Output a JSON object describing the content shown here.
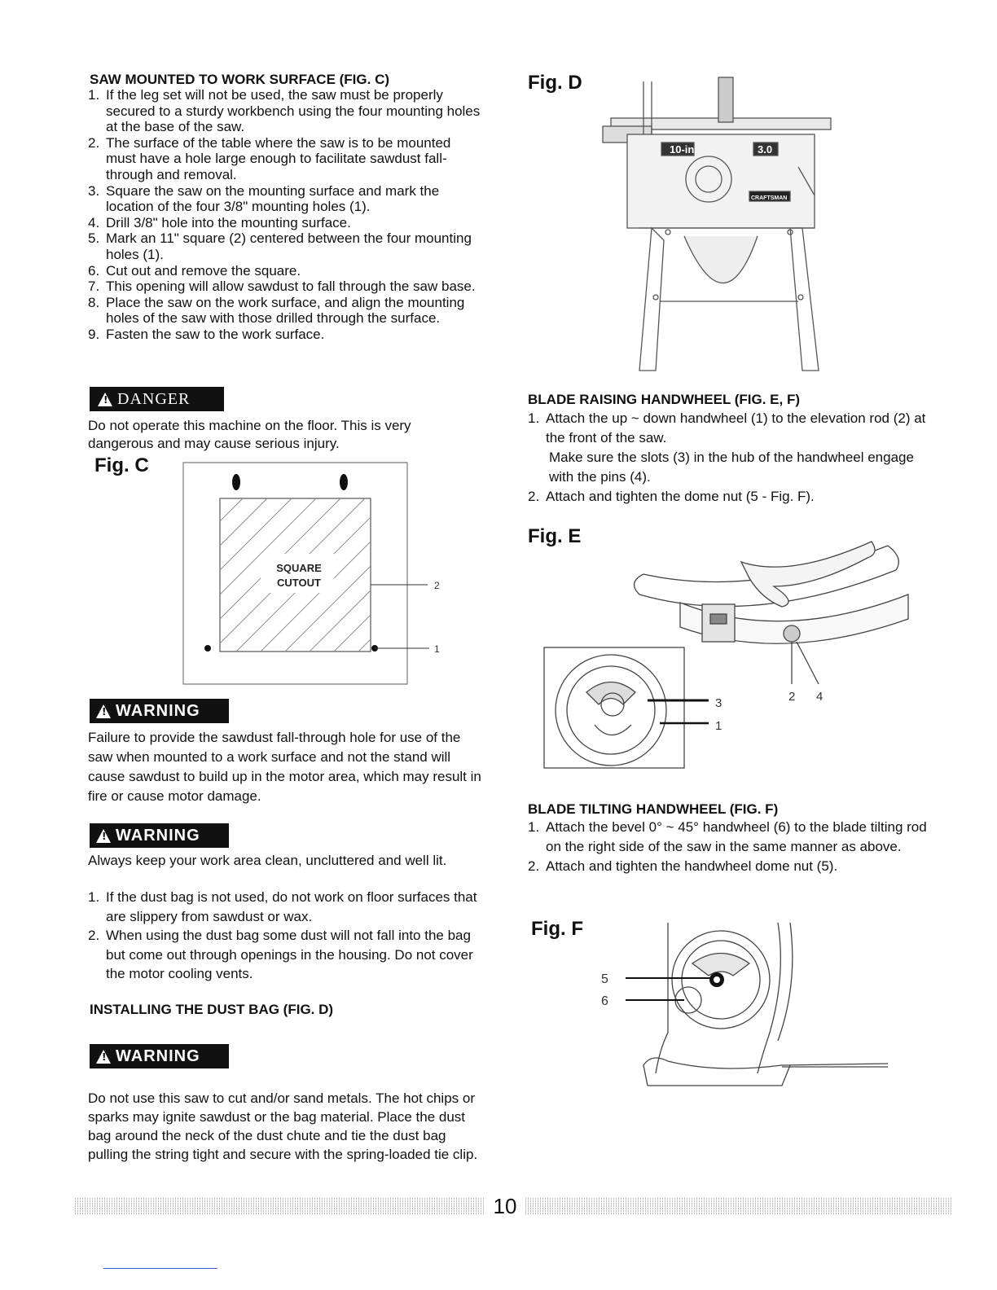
{
  "left": {
    "heading1": "SAW MOUNTED TO WORK SURFACE (FIG. C)",
    "steps": [
      {
        "n": "1.",
        "text": "If the leg set will not be used, the saw must be properly secured to a sturdy workbench using the four mounting holes at the base of the saw."
      },
      {
        "n": "2.",
        "text": "The surface of the table where the saw is to be mounted must have a hole large enough to facilitate sawdust fall-through and removal."
      },
      {
        "n": "3.",
        "text": "Square the saw on the mounting surface and mark the location of the four 3/8\" mounting holes (1)."
      },
      {
        "n": "4.",
        "text": "Drill 3/8\" hole into the mounting surface."
      },
      {
        "n": "5.",
        "text": "Mark an 11\" square (2) centered between the four mounting holes (1)."
      },
      {
        "n": "6.",
        "text": "Cut out and remove the square."
      },
      {
        "n": "7.",
        "text": "This opening will allow sawdust to fall through the saw base."
      },
      {
        "n": "8.",
        "text": "Place the saw on the work surface, and align the mounting holes of the saw with those drilled through the surface."
      },
      {
        "n": "9.",
        "text": "Fasten the saw to the work surface."
      }
    ],
    "danger_label": "DANGER",
    "danger_text": "Do not operate this machine on the floor. This is very dangerous and may cause serious injury.",
    "fig_c_label": "Fig. C",
    "fig_c_square_line1": "SQUARE",
    "fig_c_square_line2": "CUTOUT",
    "fig_c_callout_2": "2",
    "fig_c_callout_1": "1",
    "warning_label": "WARNING",
    "warning1_text": "Failure to provide the sawdust fall-through hole for use of the saw when mounted to a work surface and not the stand will cause sawdust to build up in the motor area, which may result in fire or cause motor damage.",
    "warning2_text": "Always keep your work area clean, uncluttered and well lit.",
    "warning2_steps": [
      {
        "n": "1.",
        "text": "If the dust bag is not used, do not work on floor surfaces that are slippery from sawdust or wax."
      },
      {
        "n": "2.",
        "text": "When using the dust bag some dust will not fall into the bag but come out through openings in the housing. Do not cover the motor cooling vents."
      }
    ],
    "heading2": "INSTALLING THE DUST BAG (FIG. D)",
    "warning3_text": "Do not use this saw to cut and/or sand metals. The hot chips or sparks may ignite sawdust or the bag material. Place the dust bag around the neck of the dust chute and tie the dust bag pulling the string tight and secure with the spring-loaded tie clip."
  },
  "right": {
    "fig_d_label": "Fig. D",
    "fig_d_saw_label": "10-in.",
    "fig_d_hp_label": "3.0",
    "fig_d_brand": "CRAFTSMAN",
    "heading_raising": "BLADE RAISING HANDWHEEL (FIG. E, F)",
    "raising_steps": [
      {
        "n": "1.",
        "text": "Attach the up ~ down handwheel (1) to the elevation rod (2) at the front of the saw.",
        "extra": "Make sure the slots (3) in the hub of the handwheel  engage with the pins (4)."
      },
      {
        "n": "2.",
        "text": "Attach and tighten the dome nut (5 - Fig. F)."
      }
    ],
    "fig_e_label": "Fig. E",
    "fig_e_callout_3": "3",
    "fig_e_callout_1": "1",
    "fig_e_callout_2": "2",
    "fig_e_callout_4": "4",
    "heading_tilting": "BLADE TILTING HANDWHEEL (FIG. F)",
    "tilting_steps": [
      {
        "n": "1.",
        "text": "Attach the bevel 0° ~ 45° handwheel (6) to the blade tilting rod on the right side of the saw in the same manner as above."
      },
      {
        "n": "2.",
        "text": "Attach and tighten the handwheel dome nut (5)."
      }
    ],
    "fig_f_label": "Fig. F",
    "fig_f_callout_5": "5",
    "fig_f_callout_6": "6"
  },
  "footer": {
    "page_number": "10"
  }
}
